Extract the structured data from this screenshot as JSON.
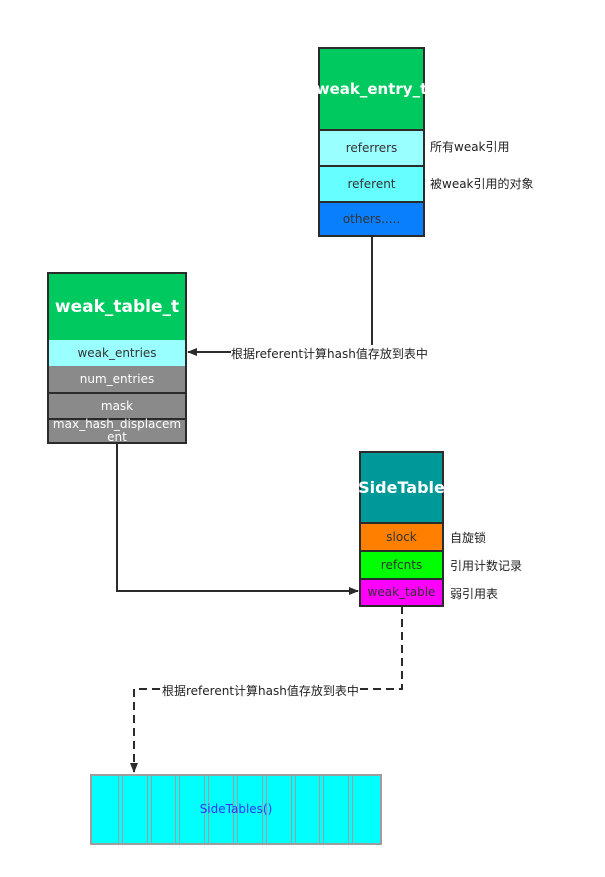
{
  "weak_entry_t": {
    "title": "weak_entry_t",
    "fields": [
      "referrers",
      "referent",
      "others....."
    ],
    "notes": [
      "所有weak引用",
      "被weak引用的对象"
    ]
  },
  "weak_table_t": {
    "title": "weak_table_t",
    "fields": [
      "weak_entries",
      "num_entries",
      "mask",
      "max_hash_displacement"
    ]
  },
  "side_table": {
    "title": "SideTable",
    "fields": [
      "slock",
      "refcnts",
      "weak_table"
    ],
    "notes": [
      "自旋锁",
      "引用计数记录",
      "弱引用表"
    ]
  },
  "side_tables": {
    "label": "SideTables()",
    "slot_count": 10
  },
  "edges": {
    "entry_to_table": "根据referent计算hash值存放到表中",
    "side_to_tables": "根据referent计算hash值存放到表中"
  },
  "colors": {
    "green": "#00c960",
    "light_cyan": "#99ffff",
    "cyan": "#66ffff",
    "blue": "#0a7ffe",
    "gray": "#8a8a8a",
    "teal": "#009999",
    "orange": "#ff8000",
    "lime": "#00ff00",
    "magenta": "#ff00ff",
    "aqua": "#00ffff"
  }
}
